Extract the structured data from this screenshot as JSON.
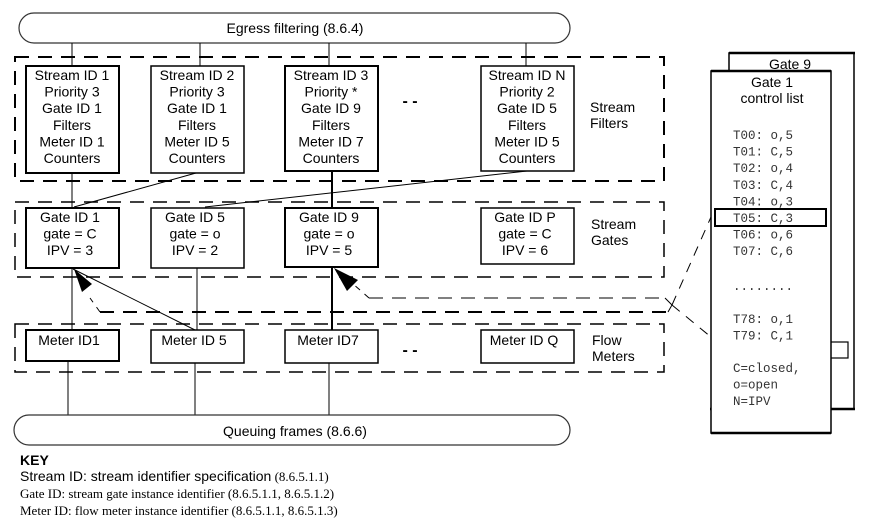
{
  "egress": {
    "label": "Egress filtering (8.6.4)"
  },
  "queuing": {
    "label": "Queuing frames (8.6.6)"
  },
  "sections": {
    "stream_filters": [
      "Stream",
      "Filters"
    ],
    "stream_gates": [
      "Stream",
      "Gates"
    ],
    "flow_meters": [
      "Flow",
      "Meters"
    ]
  },
  "ellipsis": "- -",
  "stream_filters": [
    {
      "lines": [
        "Stream ID 1",
        "Priority 3",
        "Gate ID 1",
        "Filters",
        "Meter ID 1",
        "Counters"
      ]
    },
    {
      "lines": [
        "Stream ID 2",
        "Priority 3",
        "Gate ID 1",
        "Filters",
        "Meter ID 5",
        "Counters"
      ]
    },
    {
      "lines": [
        "Stream ID 3",
        "Priority *",
        "Gate ID 9",
        "Filters",
        "Meter ID 7",
        "Counters"
      ]
    },
    {
      "lines": [
        "Stream ID N",
        "Priority 2",
        "Gate ID 5",
        "Filters",
        "Meter ID 5",
        "Counters"
      ]
    }
  ],
  "stream_gates": [
    {
      "lines": [
        "Gate ID 1",
        "gate = C",
        "IPV = 3"
      ]
    },
    {
      "lines": [
        "Gate ID 5",
        "gate = o",
        "IPV = 2"
      ]
    },
    {
      "lines": [
        "Gate ID 9",
        "gate = o",
        "IPV = 5"
      ]
    },
    {
      "lines": [
        "Gate ID P",
        "gate = C",
        "IPV = 6"
      ]
    }
  ],
  "flow_meters": [
    {
      "label": "Meter ID1"
    },
    {
      "label": "Meter ID 5"
    },
    {
      "label": "Meter ID7"
    },
    {
      "label": "Meter ID Q"
    }
  ],
  "control_list": {
    "back_title": "Gate 9",
    "front_title": [
      "Gate 1",
      "control list"
    ],
    "entries": [
      "T00: o,5",
      "T01: C,5",
      "T02: o,4",
      "T03: C,4",
      "T04: o,3",
      "T05: C,3",
      "T06: o,6",
      "T07: C,6"
    ],
    "dots": "........",
    "tail_entries": [
      "T78: o,1",
      "T79: C,1"
    ],
    "highlighted": "T05: C,3",
    "legend": [
      "C=closed,",
      "o=open",
      "N=IPV"
    ]
  },
  "key": {
    "title": "KEY",
    "items": [
      {
        "term": "Stream ID: stream identifier specification",
        "ref": " (8.6.5.1.1)"
      },
      {
        "text": "Gate ID: stream gate instance identifier (8.6.5.1.1, 8.6.5.1.2)"
      },
      {
        "text": "Meter ID: flow meter instance identifier (8.6.5.1.1, 8.6.5.1.3)"
      }
    ]
  }
}
